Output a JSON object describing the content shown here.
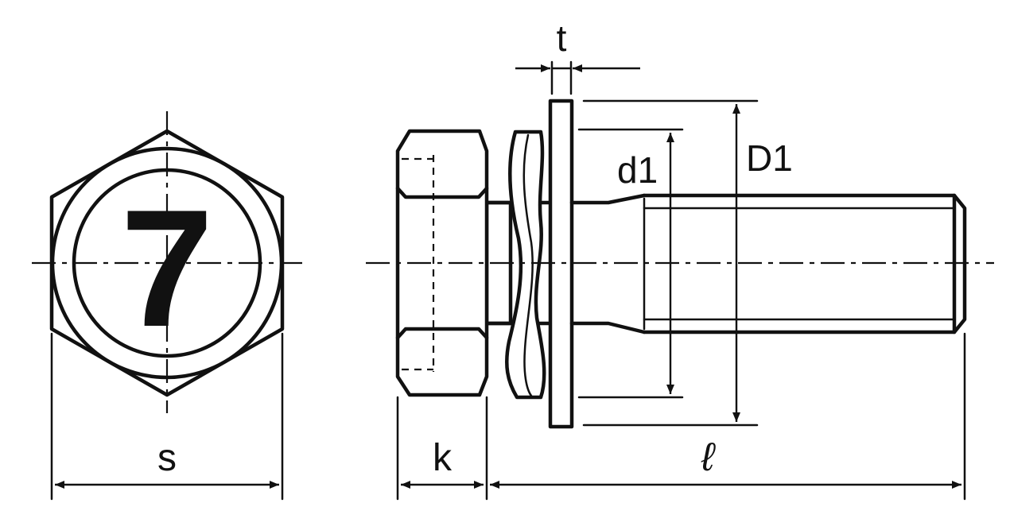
{
  "labels": {
    "s": "s",
    "k": "k",
    "t": "t",
    "d1": "d1",
    "D1": "D1",
    "l": "ℓ",
    "head_mark": "7"
  }
}
